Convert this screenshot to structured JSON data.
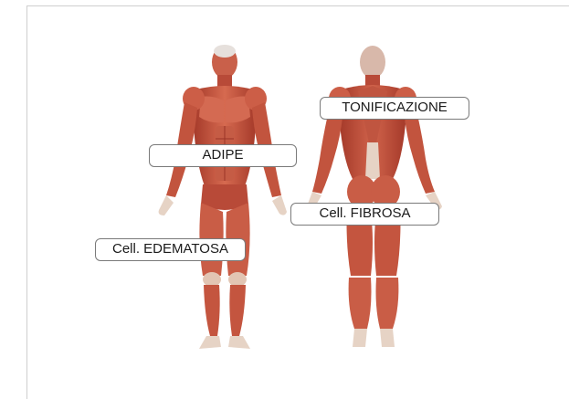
{
  "labels": {
    "tonificazione": "TONIFICAZIONE",
    "adipe": "ADIPE",
    "fibrosa": "Cell. FIBROSA",
    "edematosa": "Cell. EDEMATOSA"
  },
  "colors": {
    "muscle": "#c4553f",
    "muscle_dark": "#9a3527",
    "muscle_light": "#e08a70",
    "tendon": "#e8d5c8",
    "label_border": "#7a7a7a",
    "frame_border": "#cfcfcf"
  }
}
